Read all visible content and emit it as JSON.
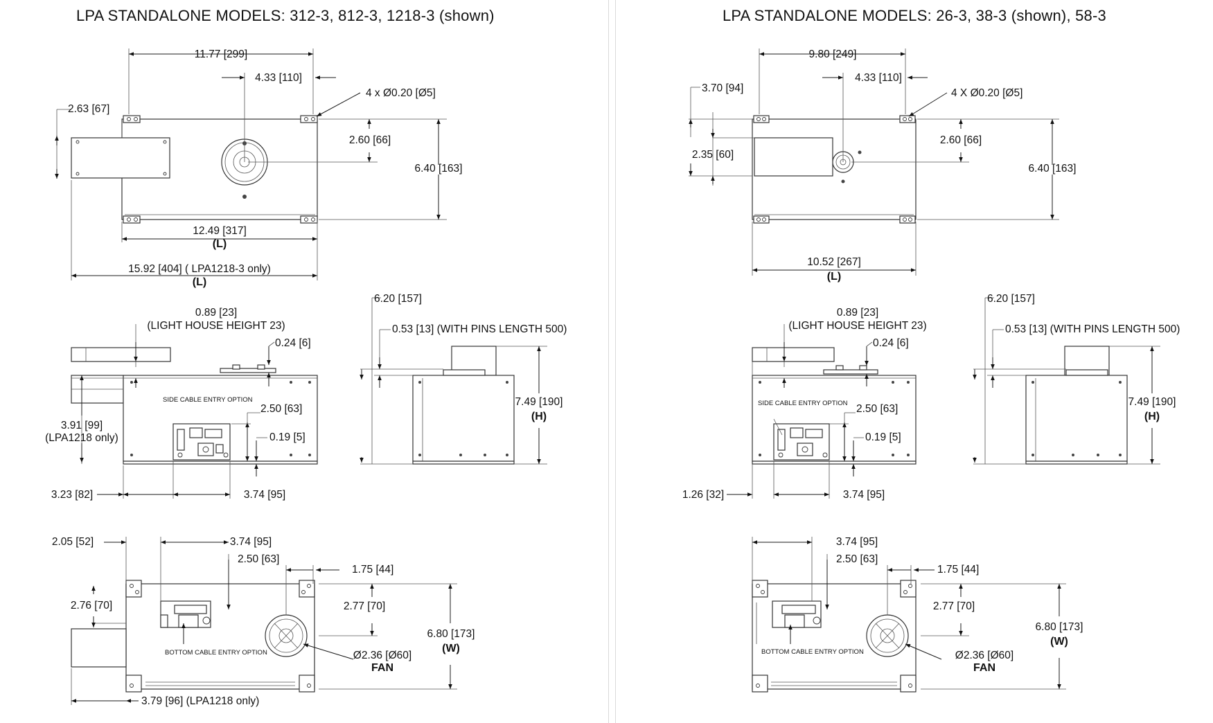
{
  "left": {
    "title": "LPA STANDALONE MODELS: 312-3, 812-3, 1218-3 (shown)",
    "top": {
      "overall_width": "11.77 [299]",
      "fan_offset": "4.33 [110]",
      "holes": "4 x Ø0.20 [Ø5]",
      "left_offset": "2.63 [67]",
      "fan_height": "2.60 [66]",
      "depth": "6.40 [163]",
      "length": "12.49 [317]",
      "length_tag": "(L)",
      "total_length": "15.92 [404] ( LPA1218-3 only)",
      "total_length_tag": "(L)"
    },
    "side": {
      "light_house_height": "0.89 [23]",
      "light_house_note": "(LIGHT HOUSE HEIGHT 23)",
      "small_dim": "0.24 [6]",
      "cable_option": "SIDE CABLE ENTRY OPTION",
      "dim_250": "2.50 [63]",
      "dim_019": "0.19 [5]",
      "height_lh": "3.91 [99]",
      "height_lh_note": "(LPA1218 only)",
      "dim_323": "3.23 [82]",
      "dim_374": "3.74 [95]"
    },
    "end": {
      "dim_620": "6.20 [157]",
      "dim_053": "0.53 [13] (WITH PINS LENGTH 500)",
      "height": "7.49 [190]",
      "height_tag": "(H)"
    },
    "bottom": {
      "dim_205": "2.05 [52]",
      "dim_374": "3.74 [95]",
      "dim_250": "2.50 [63]",
      "dim_175": "1.75 [44]",
      "dim_276": "2.76 [70]",
      "dim_277": "2.77 [70]",
      "width": "6.80 [173]",
      "width_tag": "(W)",
      "cable_option": "BOTTOM CABLE ENTRY OPTION",
      "fan_dia": "Ø2.36 [Ø60]",
      "fan_label": "FAN",
      "dim_379": "3.79 [96] (LPA1218 only)"
    }
  },
  "right": {
    "title": "LPA STANDALONE MODELS: 26-3, 38-3 (shown), 58-3",
    "top": {
      "overall_width": "9.80 [249]",
      "left_offset": "3.70 [94]",
      "fan_offset": "4.33 [110]",
      "holes": "4 X Ø0.20 [Ø5]",
      "left_height": "2.35 [60]",
      "fan_height": "2.60 [66]",
      "depth": "6.40 [163]",
      "length": "10.52 [267]",
      "length_tag": "(L)"
    },
    "side": {
      "light_house_height": "0.89 [23]",
      "light_house_note": "(LIGHT HOUSE HEIGHT 23)",
      "small_dim": "0.24 [6]",
      "cable_option": "SIDE CABLE ENTRY OPTION",
      "dim_250": "2.50 [63]",
      "dim_019": "0.19 [5]",
      "dim_126": "1.26 [32]",
      "dim_374": "3.74 [95]"
    },
    "end": {
      "dim_620": "6.20 [157]",
      "dim_053": "0.53 [13] (WITH PINS LENGTH 500)",
      "height": "7.49 [190]",
      "height_tag": "(H)"
    },
    "bottom": {
      "dim_374": "3.74 [95]",
      "dim_250": "2.50 [63]",
      "dim_175": "1.75 [44]",
      "dim_277": "2.77 [70]",
      "width": "6.80 [173]",
      "width_tag": "(W)",
      "cable_option": "BOTTOM CABLE ENTRY OPTION",
      "fan_dia": "Ø2.36 [Ø60]",
      "fan_label": "FAN"
    }
  }
}
